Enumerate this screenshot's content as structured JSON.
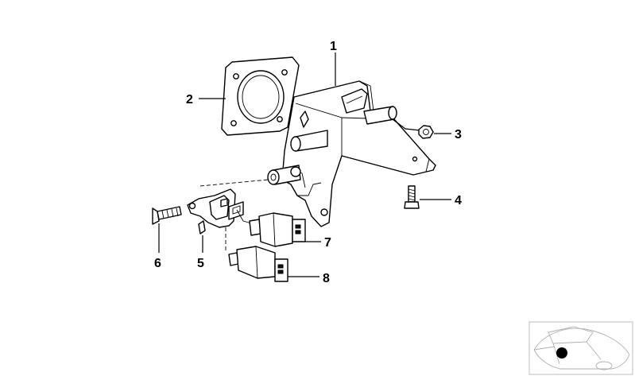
{
  "callouts": [
    {
      "id": "1",
      "label": "1"
    },
    {
      "id": "2",
      "label": "2"
    },
    {
      "id": "3",
      "label": "3"
    },
    {
      "id": "4",
      "label": "4"
    },
    {
      "id": "5",
      "label": "5"
    },
    {
      "id": "6",
      "label": "6"
    },
    {
      "id": "7",
      "label": "7"
    },
    {
      "id": "8",
      "label": "8"
    }
  ],
  "icons": {
    "locator": "car-location-icon"
  }
}
